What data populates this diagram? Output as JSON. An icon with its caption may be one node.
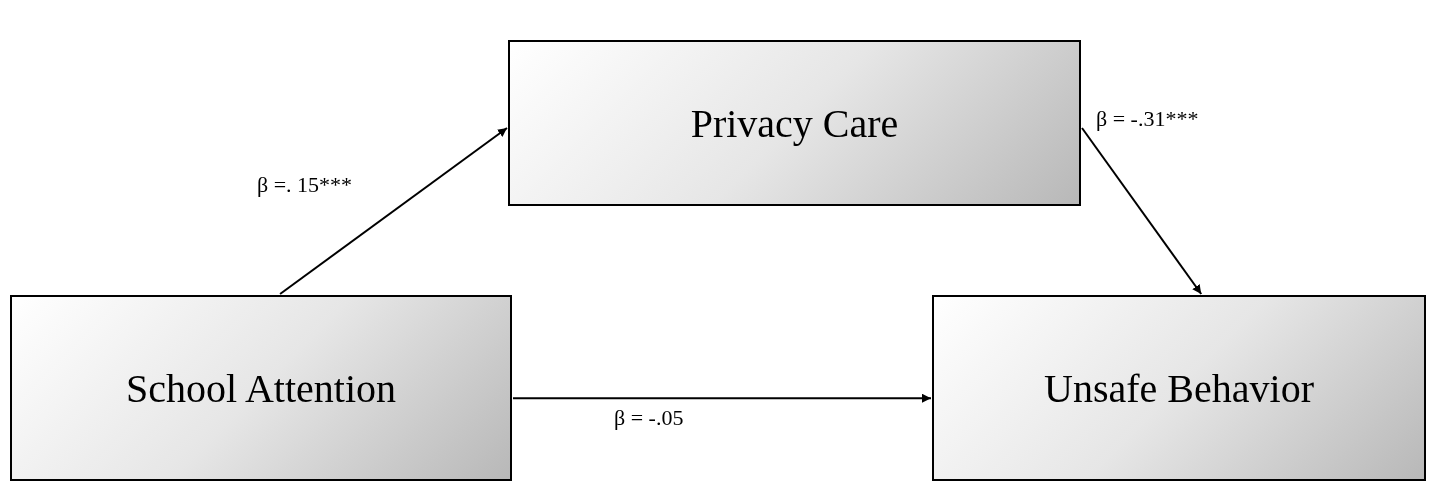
{
  "diagram": {
    "nodes": [
      {
        "text": [
          "Privacy Care"
        ]
      },
      {
        "text": [
          "School Attention"
        ]
      },
      {
        "text": [
          "Unsafe Behavior"
        ]
      }
    ],
    "edges": [
      {
        "from": 1,
        "to": 0,
        "arrow": "to",
        "label": "β =. 15***"
      },
      {
        "from": 0,
        "to": 2,
        "arrow": "to",
        "label": "β = -.31***"
      },
      {
        "from": 1,
        "to": 2,
        "arrow": "to",
        "label": "β = -.05"
      }
    ]
  }
}
